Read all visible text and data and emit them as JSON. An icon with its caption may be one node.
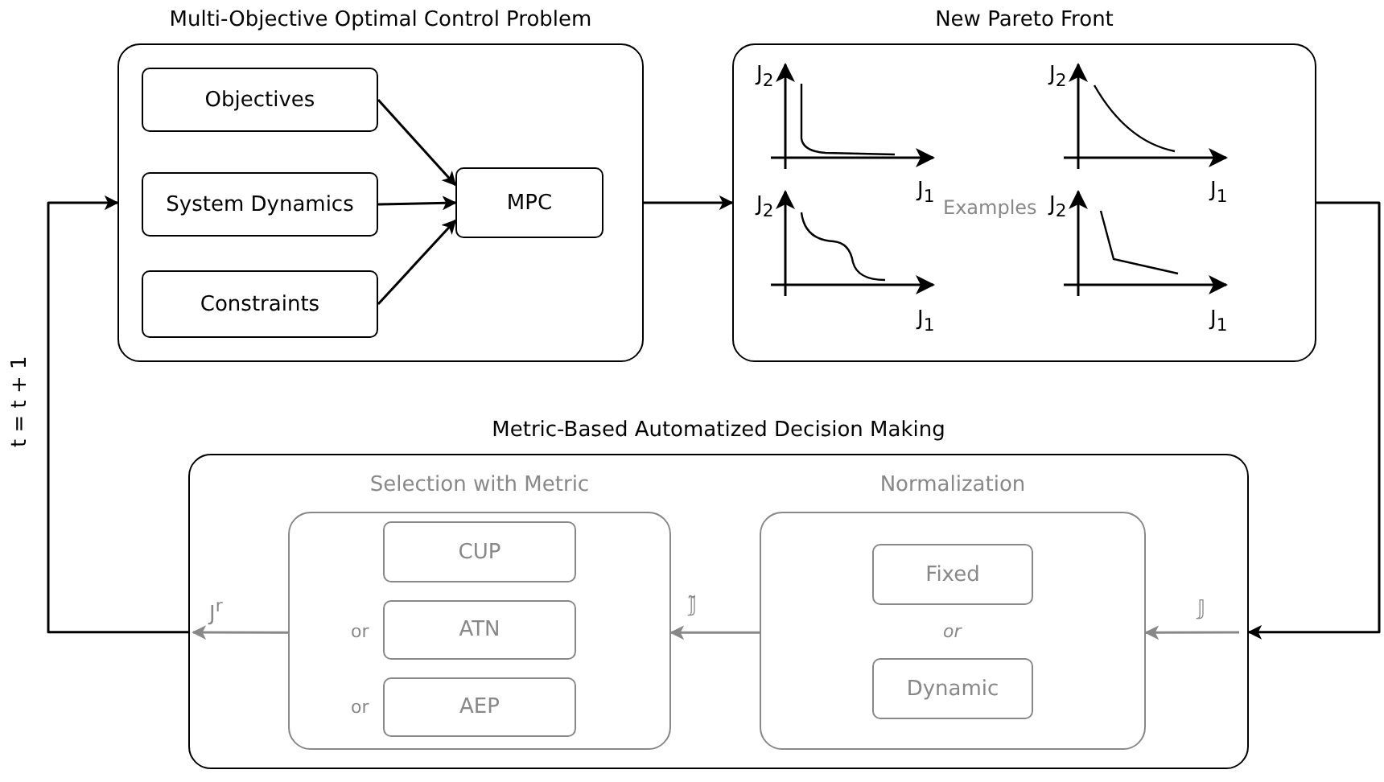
{
  "diagram": {
    "nodes": [
      {
        "text": [
          "Multi-Objective Optimal Control Problem"
        ]
      },
      {
        "text": [
          "Objectives"
        ],
        "in": 0
      },
      {
        "text": [
          "System Dynamics"
        ],
        "in": 0
      },
      {
        "text": [
          "Constraints"
        ],
        "in": 0
      },
      {
        "text": [
          "MPC"
        ],
        "in": 0
      },
      {
        "text": [
          "New Pareto Front",
          "Examples"
        ]
      },
      {
        "text": [
          "Metric-Based Automatized Decision Making"
        ]
      },
      {
        "text": [
          "Selection with Metric"
        ],
        "in": 6
      },
      {
        "text": [
          "CUP"
        ],
        "in": 7
      },
      {
        "text": [
          "ATN"
        ],
        "in": 7
      },
      {
        "text": [
          "AEP"
        ],
        "in": 7
      },
      {
        "text": [
          "Normalization"
        ],
        "in": 6
      },
      {
        "text": [
          "Fixed"
        ],
        "in": 11
      },
      {
        "text": [
          "Dynamic"
        ],
        "in": 11
      }
    ],
    "edges": [
      {
        "from": 1,
        "to": 4,
        "arrow": "to"
      },
      {
        "from": 2,
        "to": 4,
        "arrow": "to"
      },
      {
        "from": 3,
        "to": 4,
        "arrow": "to"
      },
      {
        "from": 0,
        "to": 5,
        "arrow": "to"
      },
      {
        "from": 5,
        "to": 6,
        "arrow": "to"
      },
      {
        "from": null,
        "to": 11,
        "arrow": "to",
        "label": "𝕁",
        "color": "#888888"
      },
      {
        "from": 11,
        "to": 7,
        "arrow": "to",
        "label": "𝕁̃",
        "color": "#888888"
      },
      {
        "from": 7,
        "to": null,
        "arrow": "to",
        "label": "J$^{r}$",
        "color": "#888888"
      },
      {
        "from": 6,
        "to": 0,
        "arrow": "to",
        "label": "t = t + 1"
      }
    ],
    "labels": [
      "J$_{2}$",
      "J$_{2}$",
      "J$_{1}$",
      "J$_{1}$",
      "J$_{2}$",
      "J$_{2}$",
      "J$_{1}$",
      "J$_{1}$",
      "or",
      "or",
      "or"
    ]
  }
}
